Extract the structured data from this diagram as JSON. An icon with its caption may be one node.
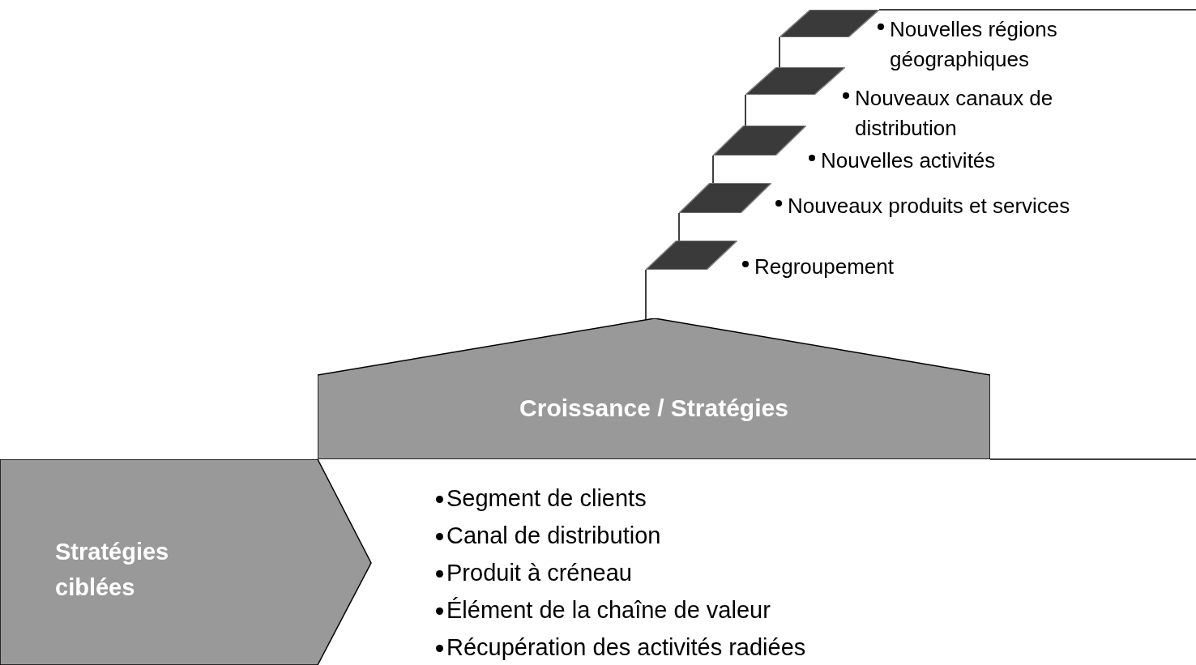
{
  "diagram": {
    "nodes": [
      {
        "text": [],
        "shape": "bar",
        "beside": [
          "Nouvelles régions géographiques"
        ]
      },
      {
        "text": [],
        "shape": "bar",
        "beside": [
          "Nouveaux canaux de distribution"
        ]
      },
      {
        "text": [],
        "shape": "bar",
        "beside": [
          "Nouvelles activités"
        ]
      },
      {
        "text": [],
        "shape": "bar",
        "beside": [
          "Nouveaux produits et services"
        ]
      },
      {
        "text": [],
        "shape": "bar",
        "beside": [
          "Regroupement"
        ]
      },
      {
        "text": [
          "Croissance / Stratégies"
        ]
      },
      {
        "text": [
          "Stratégies ciblées"
        ]
      }
    ],
    "edges": [
      {
        "from": 1,
        "to": 0,
        "arrow": "none"
      },
      {
        "from": 2,
        "to": 1,
        "arrow": "none"
      },
      {
        "from": 3,
        "to": 2,
        "arrow": "none"
      },
      {
        "from": 4,
        "to": 3,
        "arrow": "none"
      },
      {
        "from": 5,
        "to": 4,
        "arrow": "none"
      }
    ],
    "labels": [
      "Segment de clients",
      "Canal de distribution",
      "Produit à créneau",
      "Élément de la chaîne de valeur",
      "Récupération des activités radiées"
    ]
  }
}
